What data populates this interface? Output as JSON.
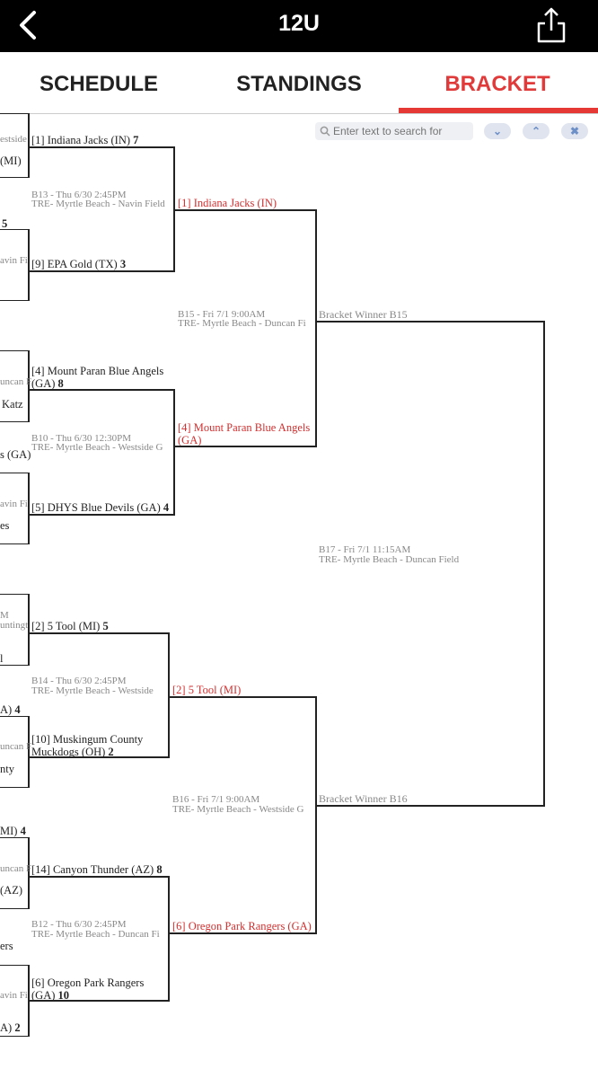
{
  "header": {
    "title": "12U"
  },
  "tabs": {
    "schedule": "SCHEDULE",
    "standings": "STANDINGS",
    "bracket": "BRACKET"
  },
  "search": {
    "placeholder": "Enter text to search for",
    "down": "⌄",
    "up": "⌃",
    "clear": "✖"
  },
  "colors": {
    "accent": "#e53935",
    "winner_text": "#d32f2f",
    "header_bg": "#000000"
  },
  "icons": {
    "back": "chevron-left-icon",
    "share": "share-icon",
    "search": "search-icon"
  },
  "round1": {
    "m1": {
      "top_seed": "[1] Indiana Jacks (IN)",
      "top_score": "7",
      "info1": "B13 - Thu 6/30 2:45PM",
      "info2": "TRE- Myrtle Beach - Navin Field",
      "bottom_seed": "[9] EPA Gold (TX)",
      "bottom_score": "3"
    },
    "m2": {
      "top_seed_a": "[4] Mount Paran Blue Angels",
      "top_seed_b": "(GA)",
      "top_score": "8",
      "info1": "B10 - Thu 6/30 12:30PM",
      "info2": "TRE- Myrtle Beach - Westside G",
      "bottom_seed": "[5] DHYS Blue Devils (GA)",
      "bottom_score": "4"
    },
    "m3": {
      "top_seed": "[2] 5 Tool (MI)",
      "top_score": "5",
      "info1": "B14 - Thu 6/30 2:45PM",
      "info2": "TRE- Myrtle Beach - Westside",
      "bottom_seed_a": "[10] Muskingum County",
      "bottom_seed_b": "Muckdogs (OH)",
      "bottom_score": "2"
    },
    "m4": {
      "top_seed": "[14] Canyon Thunder (AZ)",
      "top_score": "8",
      "info1": "B12 - Thu 6/30 2:45PM",
      "info2": "TRE- Myrtle Beach - Duncan Fi",
      "bottom_seed_a": "[6] Oregon Park Rangers",
      "bottom_seed_b": "(GA)",
      "bottom_score": "10"
    }
  },
  "round2": {
    "m1": {
      "winner_top": "[1] Indiana Jacks (IN)",
      "info1": "B15 - Fri 7/1 9:00AM",
      "info2": "TRE- Myrtle Beach - Duncan Fi",
      "winner_bottom_a": "[4] Mount Paran Blue Angels",
      "winner_bottom_b": "(GA)"
    },
    "m2": {
      "winner_top": "[2] 5 Tool (MI)",
      "info1": "B16 - Fri 7/1 9:00AM",
      "info2": "TRE- Myrtle Beach - Westside G",
      "winner_bottom": "[6] Oregon Park Rangers (GA)"
    }
  },
  "final": {
    "top": "Bracket Winner B15",
    "info1": "B17 - Fri 7/1 11:15AM",
    "info2": "TRE- Myrtle Beach - Duncan Field",
    "bottom": "Bracket Winner B16"
  },
  "left_fragments": {
    "f1": "estside",
    "f2": "(MI)",
    "f3": "5",
    "f4": "avin Fi",
    "f5": "uncan F",
    "f6": "Katz",
    "f7": "s (GA)",
    "f8": "avin Fi",
    "f9": "es",
    "f10": "M",
    "f11": "untingt",
    "f12": "l",
    "f13": "A)",
    "f14": "4",
    "f15": "uncan F",
    "f16": "nty",
    "f17": "MI)",
    "f18": "4",
    "f19": "uncan F",
    "f20": "(AZ)",
    "f21": "ers",
    "f22": "avin Fi",
    "f23": "A)",
    "f24": "2"
  }
}
